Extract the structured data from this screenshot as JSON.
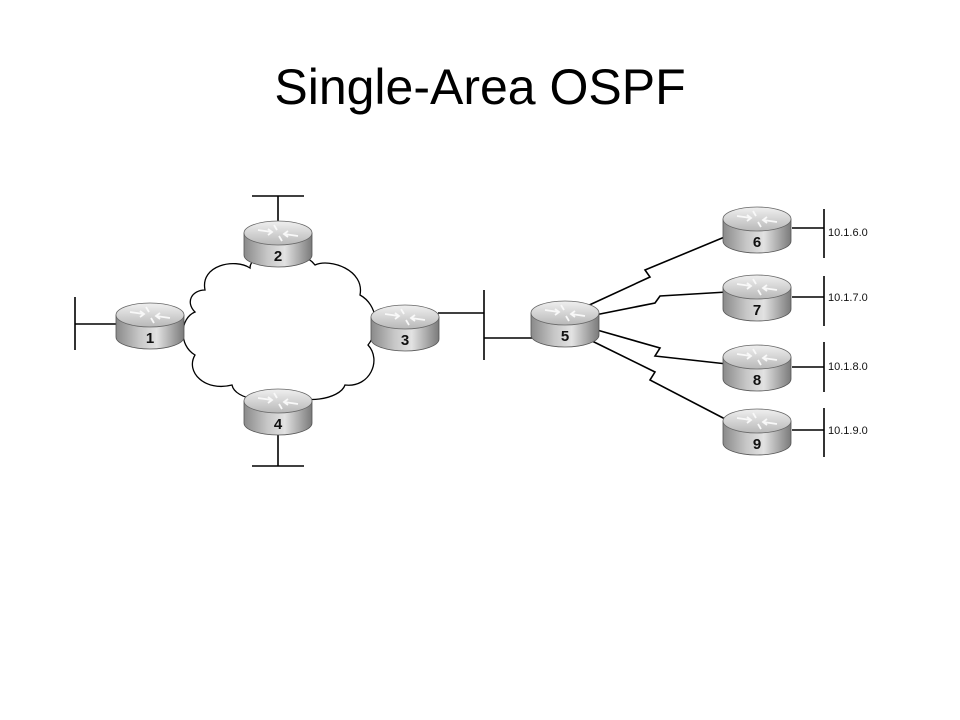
{
  "title": "Single-Area OSPF",
  "routers": [
    {
      "id": "1",
      "label": "1"
    },
    {
      "id": "2",
      "label": "2"
    },
    {
      "id": "3",
      "label": "3"
    },
    {
      "id": "4",
      "label": "4"
    },
    {
      "id": "5",
      "label": "5"
    },
    {
      "id": "6",
      "label": "6"
    },
    {
      "id": "7",
      "label": "7"
    },
    {
      "id": "8",
      "label": "8"
    },
    {
      "id": "9",
      "label": "9"
    }
  ],
  "networks": [
    {
      "router": "6",
      "label": "10.1.6.0"
    },
    {
      "router": "7",
      "label": "10.1.7.0"
    },
    {
      "router": "8",
      "label": "10.1.8.0"
    },
    {
      "router": "9",
      "label": "10.1.9.0"
    }
  ],
  "colors": {
    "router_light": "#dcdcdc",
    "router_dark": "#8a8a8a",
    "line": "#000000"
  }
}
